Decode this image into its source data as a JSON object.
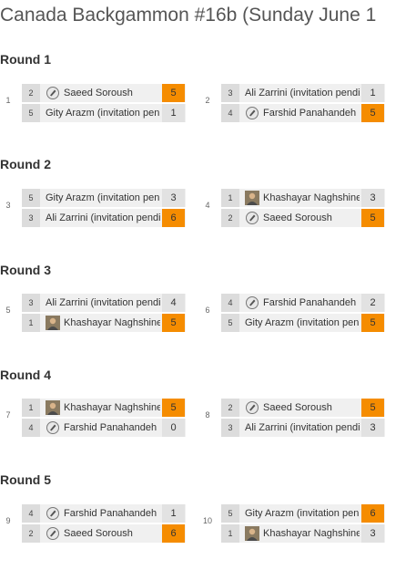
{
  "page_title": "Canada Backgammon #16b (Sunday June 1",
  "colors": {
    "winner_score": "#f58c00",
    "loser_score": "#e2e2e2",
    "seed_bg": "#dcdcdc",
    "row_bg": "#f0f0f0"
  },
  "rounds": [
    {
      "title": "Round 1",
      "matches": [
        {
          "number": "1",
          "players": [
            {
              "seed": "2",
              "name": "Saeed Soroush",
              "avatar": "backgammon-icon",
              "score": "5",
              "winner": true
            },
            {
              "seed": "5",
              "name": "Gity Arazm (invitation pen",
              "avatar": "",
              "score": "1",
              "winner": false
            }
          ]
        },
        {
          "number": "2",
          "players": [
            {
              "seed": "3",
              "name": "Ali Zarrini (invitation pendi",
              "avatar": "",
              "score": "1",
              "winner": false
            },
            {
              "seed": "4",
              "name": "Farshid Panahandeh",
              "avatar": "backgammon-icon",
              "score": "5",
              "winner": true
            }
          ]
        }
      ]
    },
    {
      "title": "Round 2",
      "matches": [
        {
          "number": "3",
          "players": [
            {
              "seed": "5",
              "name": "Gity Arazm (invitation pen",
              "avatar": "",
              "score": "3",
              "winner": false
            },
            {
              "seed": "3",
              "name": "Ali Zarrini (invitation pendi",
              "avatar": "",
              "score": "6",
              "winner": true
            }
          ]
        },
        {
          "number": "4",
          "players": [
            {
              "seed": "1",
              "name": "Khashayar Naghshine",
              "avatar": "user-photo",
              "score": "3",
              "winner": false
            },
            {
              "seed": "2",
              "name": "Saeed Soroush",
              "avatar": "backgammon-icon",
              "score": "5",
              "winner": true
            }
          ]
        }
      ]
    },
    {
      "title": "Round 3",
      "matches": [
        {
          "number": "5",
          "players": [
            {
              "seed": "3",
              "name": "Ali Zarrini (invitation pendi",
              "avatar": "",
              "score": "4",
              "winner": false
            },
            {
              "seed": "1",
              "name": "Khashayar Naghshine",
              "avatar": "user-photo",
              "score": "5",
              "winner": true
            }
          ]
        },
        {
          "number": "6",
          "players": [
            {
              "seed": "4",
              "name": "Farshid Panahandeh",
              "avatar": "backgammon-icon",
              "score": "2",
              "winner": false
            },
            {
              "seed": "5",
              "name": "Gity Arazm (invitation pen",
              "avatar": "",
              "score": "5",
              "winner": true
            }
          ]
        }
      ]
    },
    {
      "title": "Round 4",
      "matches": [
        {
          "number": "7",
          "players": [
            {
              "seed": "1",
              "name": "Khashayar Naghshine",
              "avatar": "user-photo",
              "score": "5",
              "winner": true
            },
            {
              "seed": "4",
              "name": "Farshid Panahandeh",
              "avatar": "backgammon-icon",
              "score": "0",
              "winner": false
            }
          ]
        },
        {
          "number": "8",
          "players": [
            {
              "seed": "2",
              "name": "Saeed Soroush",
              "avatar": "backgammon-icon",
              "score": "5",
              "winner": true
            },
            {
              "seed": "3",
              "name": "Ali Zarrini (invitation pendi",
              "avatar": "",
              "score": "3",
              "winner": false
            }
          ]
        }
      ]
    },
    {
      "title": "Round 5",
      "matches": [
        {
          "number": "9",
          "players": [
            {
              "seed": "4",
              "name": "Farshid Panahandeh",
              "avatar": "backgammon-icon",
              "score": "1",
              "winner": false
            },
            {
              "seed": "2",
              "name": "Saeed Soroush",
              "avatar": "backgammon-icon",
              "score": "6",
              "winner": true
            }
          ]
        },
        {
          "number": "10",
          "players": [
            {
              "seed": "5",
              "name": "Gity Arazm (invitation pen",
              "avatar": "",
              "score": "6",
              "winner": true
            },
            {
              "seed": "1",
              "name": "Khashayar Naghshine",
              "avatar": "user-photo",
              "score": "3",
              "winner": false
            }
          ]
        }
      ]
    }
  ]
}
